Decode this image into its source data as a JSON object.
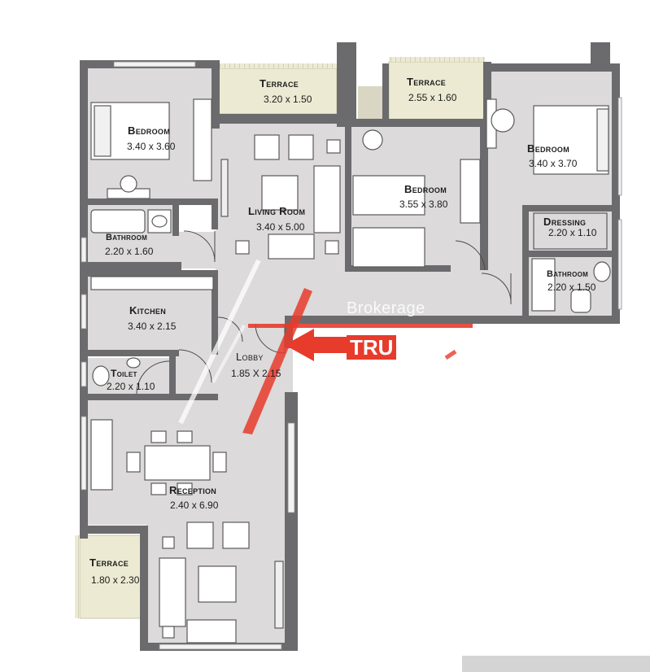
{
  "rooms": {
    "bedroom_left": {
      "name": "Bedroom",
      "dims": "3.40 x 3.60"
    },
    "terrace_top_left": {
      "name": "Terrace",
      "dims": "3.20 x 1.50"
    },
    "terrace_top_right": {
      "name": "Terrace",
      "dims": "2.55 x 1.60"
    },
    "bedroom_right": {
      "name": "Bedroom",
      "dims": "3.40 x 3.70"
    },
    "living_room": {
      "name": "Living Room",
      "dims": "3.40 x 5.00"
    },
    "bedroom_middle": {
      "name": "Bedroom",
      "dims": "3.55 x 3.80"
    },
    "bathroom_left": {
      "name": "Bathroom",
      "dims": "2.20 x 1.60"
    },
    "dressing": {
      "name": "Dressing",
      "dims": "2.20 x 1.10"
    },
    "bathroom_right": {
      "name": "Bathroom",
      "dims": "2.20 x 1.50"
    },
    "kitchen": {
      "name": "Kitchen",
      "dims": "3.40 x 2.15"
    },
    "lobby": {
      "name": "Lobby",
      "dims": "1.85 X 2.15"
    },
    "toilet": {
      "name": "Toilet",
      "dims": "2.20 x 1.10"
    },
    "reception": {
      "name": "Reception",
      "dims": "2.40 x 6.90"
    },
    "terrace_bottom": {
      "name": "Terrace",
      "dims": "1.80 x 2.30"
    }
  },
  "watermark": {
    "brokerage": "Brokerage",
    "trust": "TRU"
  },
  "colors": {
    "floor": "#dcdadb",
    "wall": "#6b6b6d",
    "terrace": "#ecead2",
    "furniture_stroke": "#5a5a5a",
    "accent_red": "#e73b2c"
  }
}
